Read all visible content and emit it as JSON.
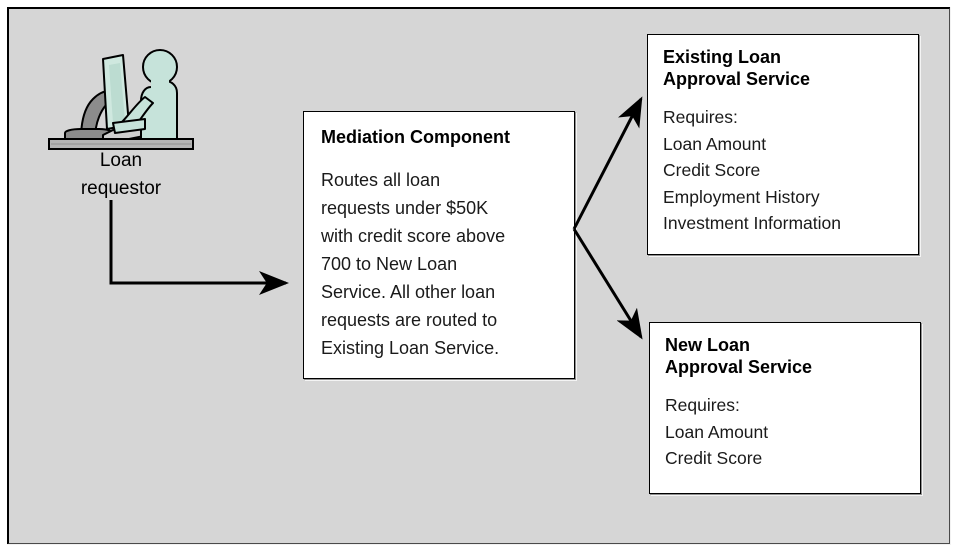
{
  "diagram": {
    "title": "Loan approval mediation routing diagram",
    "background_color": "#d6d6d6",
    "box_fill_color": "#ffffff",
    "actor_accent_color": "#c6e3da",
    "actor_stand_color": "#8c8c8c",
    "line_color": "#000000"
  },
  "actor": {
    "name": "loan-requestor",
    "label": "Loan\nrequestor",
    "icon": "person-at-computer-icon"
  },
  "mediation": {
    "title": "Mediation Component",
    "body": "Routes all loan\nrequests under $50K\nwith credit score above\n700 to New Loan\nService. All other loan\nrequests are routed to\nExisting Loan Service."
  },
  "existing_service": {
    "title": "Existing Loan\nApproval Service",
    "requires_label": "Requires:",
    "requirements": [
      "Loan Amount",
      "Credit Score",
      "Employment History",
      "Investment Information"
    ],
    "body": "Requires:\nLoan Amount\nCredit Score\nEmployment History\nInvestment Information"
  },
  "new_service": {
    "title": "New Loan\nApproval Service",
    "requires_label": "Requires:",
    "requirements": [
      "Loan Amount",
      "Credit Score"
    ],
    "body": "Requires:\nLoan Amount\nCredit Score"
  },
  "connectors": [
    {
      "name": "requestor-to-mediation",
      "from": "loan-requestor",
      "to": "mediation",
      "style": "elbow-arrow"
    },
    {
      "name": "mediation-to-existing",
      "from": "mediation",
      "to": "existing_service",
      "style": "straight-arrow"
    },
    {
      "name": "mediation-to-new",
      "from": "mediation",
      "to": "new_service",
      "style": "straight-arrow"
    }
  ]
}
